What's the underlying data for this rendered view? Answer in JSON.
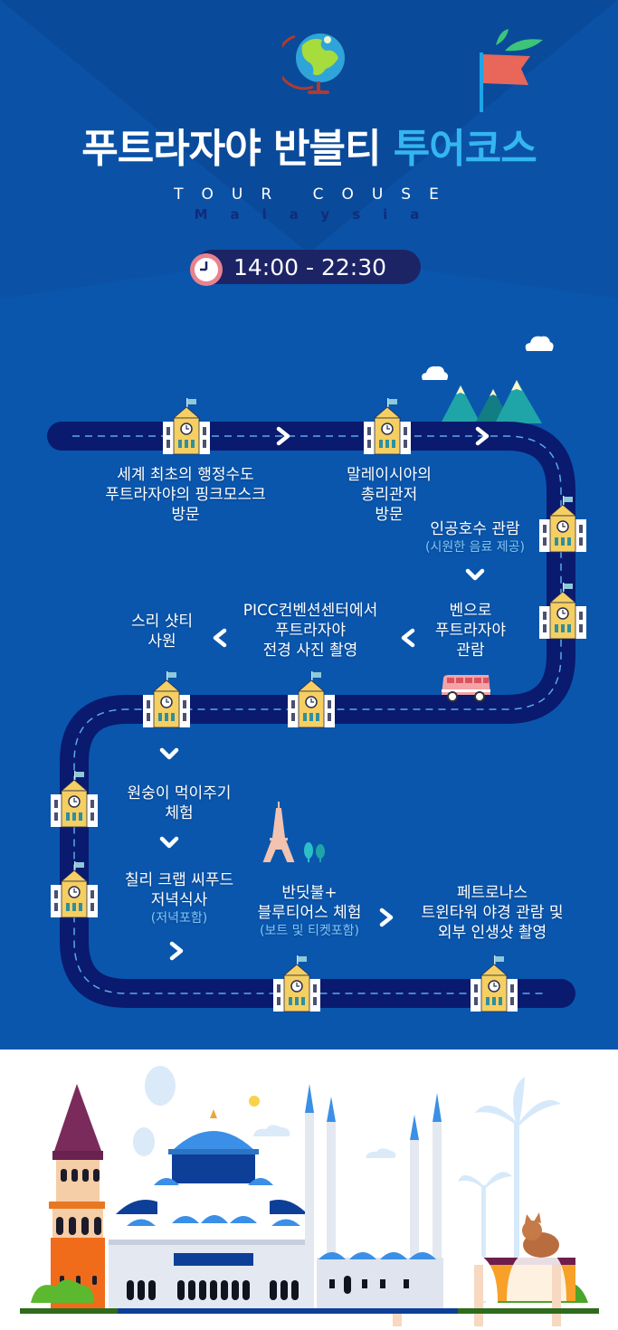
{
  "header": {
    "title_main": "푸트라자야 반블티",
    "title_accent": "투어코스",
    "subtitle": "TOUR COUSE",
    "country": "Malaysia",
    "time_range": "14:00 - 22:30"
  },
  "icons": {
    "globe": "globe-icon",
    "flag": "flag-icon",
    "clock": "clock-icon",
    "building": "clock-tower-building-icon",
    "bus": "bus-icon",
    "mountains": "mountains-icon",
    "cloud": "cloud-icon",
    "eiffel": "eiffel-tower-icon",
    "trees": "tree-icon",
    "chevron_right": "chevron-right-icon",
    "chevron_left": "chevron-left-icon",
    "chevron_down": "chevron-down-icon"
  },
  "stops": [
    {
      "lines": [
        "세계 최초의 행정수도",
        "푸트라자야의 핑크모스크",
        "방문"
      ],
      "note": ""
    },
    {
      "lines": [
        "말레이시아의",
        "총리관저",
        "방문"
      ],
      "note": ""
    },
    {
      "lines": [
        "인공호수 관람"
      ],
      "note": "(시원한 음료 제공)"
    },
    {
      "lines": [
        "벤으로",
        "푸트라자야",
        "관람"
      ],
      "note": ""
    },
    {
      "lines": [
        "PICC컨벤션센터에서",
        "푸트라자야",
        "전경 사진 촬영"
      ],
      "note": ""
    },
    {
      "lines": [
        "스리 샷티",
        "사원"
      ],
      "note": ""
    },
    {
      "lines": [
        "원숭이 먹이주기",
        "체험"
      ],
      "note": ""
    },
    {
      "lines": [
        "칠리 크랩 씨푸드",
        "저녁식사"
      ],
      "note": "(저녁포함)"
    },
    {
      "lines": [
        "반딧불+",
        "블루티어스 체험"
      ],
      "note": "(보트 및 티켓포함)"
    },
    {
      "lines": [
        "페트로나스",
        "트윈타워 야경 관람 및",
        "외부 인생샷 촬영"
      ],
      "note": ""
    }
  ],
  "colors": {
    "background": "#0a56ad",
    "road": "#0a1a6e",
    "road_dash": "#5aa9e6",
    "title_accent": "#34b6f0",
    "note_text": "#7fc7f7",
    "time_pill": "#1d2466",
    "building_yellow": "#f6cf63",
    "illustration_bg": "#ffffff"
  }
}
